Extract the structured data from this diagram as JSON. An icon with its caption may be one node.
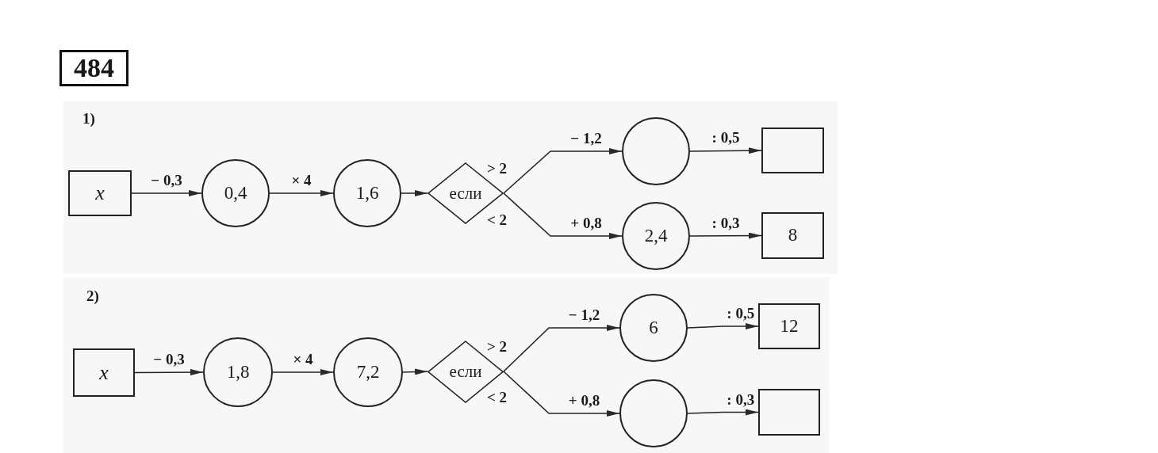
{
  "diagram": {
    "title": "484",
    "nodes": [
      {
        "text": [
          "x"
        ]
      },
      {
        "text": [
          "0,4"
        ]
      },
      {
        "text": [
          "1,6"
        ]
      },
      {
        "text": [
          "если"
        ]
      },
      {
        "text": [],
        "shape": "circle"
      },
      {
        "text": [],
        "shape": "box"
      },
      {
        "text": [
          "2,4"
        ]
      },
      {
        "text": [
          "8"
        ]
      },
      {
        "text": [
          "x"
        ]
      },
      {
        "text": [
          "1,8"
        ]
      },
      {
        "text": [
          "7,2"
        ]
      },
      {
        "text": [
          "если"
        ]
      },
      {
        "text": [
          "6"
        ]
      },
      {
        "text": [
          "12"
        ]
      },
      {
        "text": [],
        "shape": "circle"
      },
      {
        "text": [],
        "shape": "box"
      }
    ],
    "edges": [
      {
        "from": 0,
        "to": 1,
        "arrow": "to",
        "label": "− 0,3"
      },
      {
        "from": 1,
        "to": 2,
        "arrow": "to",
        "label": "× 4"
      },
      {
        "from": 2,
        "to": 3,
        "arrow": "to"
      },
      {
        "from": 3,
        "to": 4,
        "arrow": "to",
        "label": "− 1,2"
      },
      {
        "from": 4,
        "to": 5,
        "arrow": "to",
        "label": ": 0,5"
      },
      {
        "from": 3,
        "to": 6,
        "arrow": "to",
        "label": "+ 0,8"
      },
      {
        "from": 6,
        "to": 7,
        "arrow": "to",
        "label": ": 0,3"
      },
      {
        "from": 8,
        "to": 9,
        "arrow": "to",
        "label": "− 0,3"
      },
      {
        "from": 9,
        "to": 10,
        "arrow": "to",
        "label": "× 4"
      },
      {
        "from": 10,
        "to": 11,
        "arrow": "to"
      },
      {
        "from": 11,
        "to": 12,
        "arrow": "to",
        "label": "− 1,2"
      },
      {
        "from": 12,
        "to": 13,
        "arrow": "to",
        "label": ": 0,5"
      },
      {
        "from": 11,
        "to": 14,
        "arrow": "to",
        "label": "+ 0,8"
      },
      {
        "from": 14,
        "to": 15,
        "arrow": "to",
        "label": ": 0,3"
      }
    ],
    "labels": [
      "1)",
      "> 2",
      "< 2",
      "2)",
      "> 2",
      "< 2"
    ]
  }
}
